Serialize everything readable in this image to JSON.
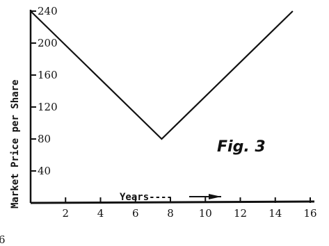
{
  "chart_data": {
    "type": "line",
    "ylabel": "Market Price per Share",
    "xlabel": "",
    "annotation": "Years----",
    "figure_label": "Fig. 3",
    "xlim": [
      0,
      16
    ],
    "ylim": [
      0,
      240
    ],
    "x_ticks": [
      2,
      4,
      6,
      8,
      10,
      12,
      14,
      16
    ],
    "y_ticks": [
      40,
      80,
      120,
      160,
      200,
      240
    ],
    "series": [
      {
        "x": [
          0,
          7.5,
          15
        ],
        "y": [
          240,
          80,
          240
        ]
      }
    ],
    "grid": false,
    "stray_marks": [
      "6"
    ]
  }
}
